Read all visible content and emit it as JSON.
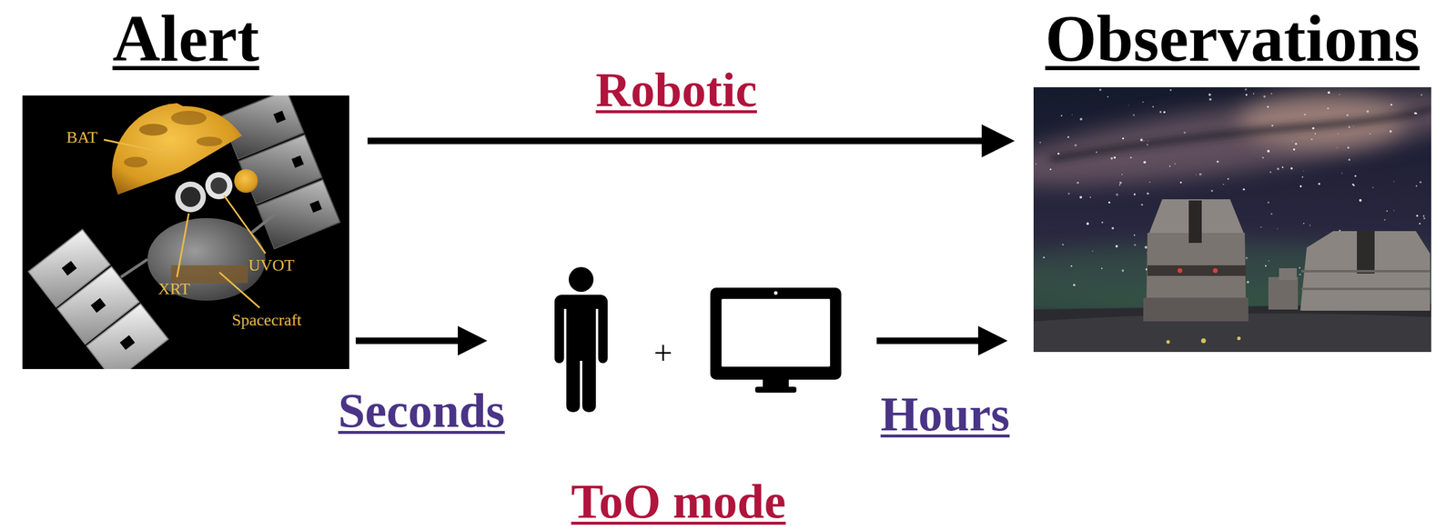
{
  "diagram": {
    "nodes": [
      {
        "text": [
          "Alert"
        ]
      },
      {
        "text": [
          "Observations"
        ]
      },
      {
        "text": [
          "ToO mode"
        ]
      }
    ],
    "edges": [
      {
        "from": 0,
        "to": 1,
        "arrow": "to",
        "label": "Robotic"
      },
      {
        "from": 0,
        "to": 2,
        "arrow": "to",
        "label": "Seconds"
      },
      {
        "from": 2,
        "to": 1,
        "arrow": "to",
        "label": "Hours"
      }
    ],
    "labels": [
      "BAT",
      "XRT",
      "UVOT",
      "Spacecraft",
      "+"
    ]
  }
}
